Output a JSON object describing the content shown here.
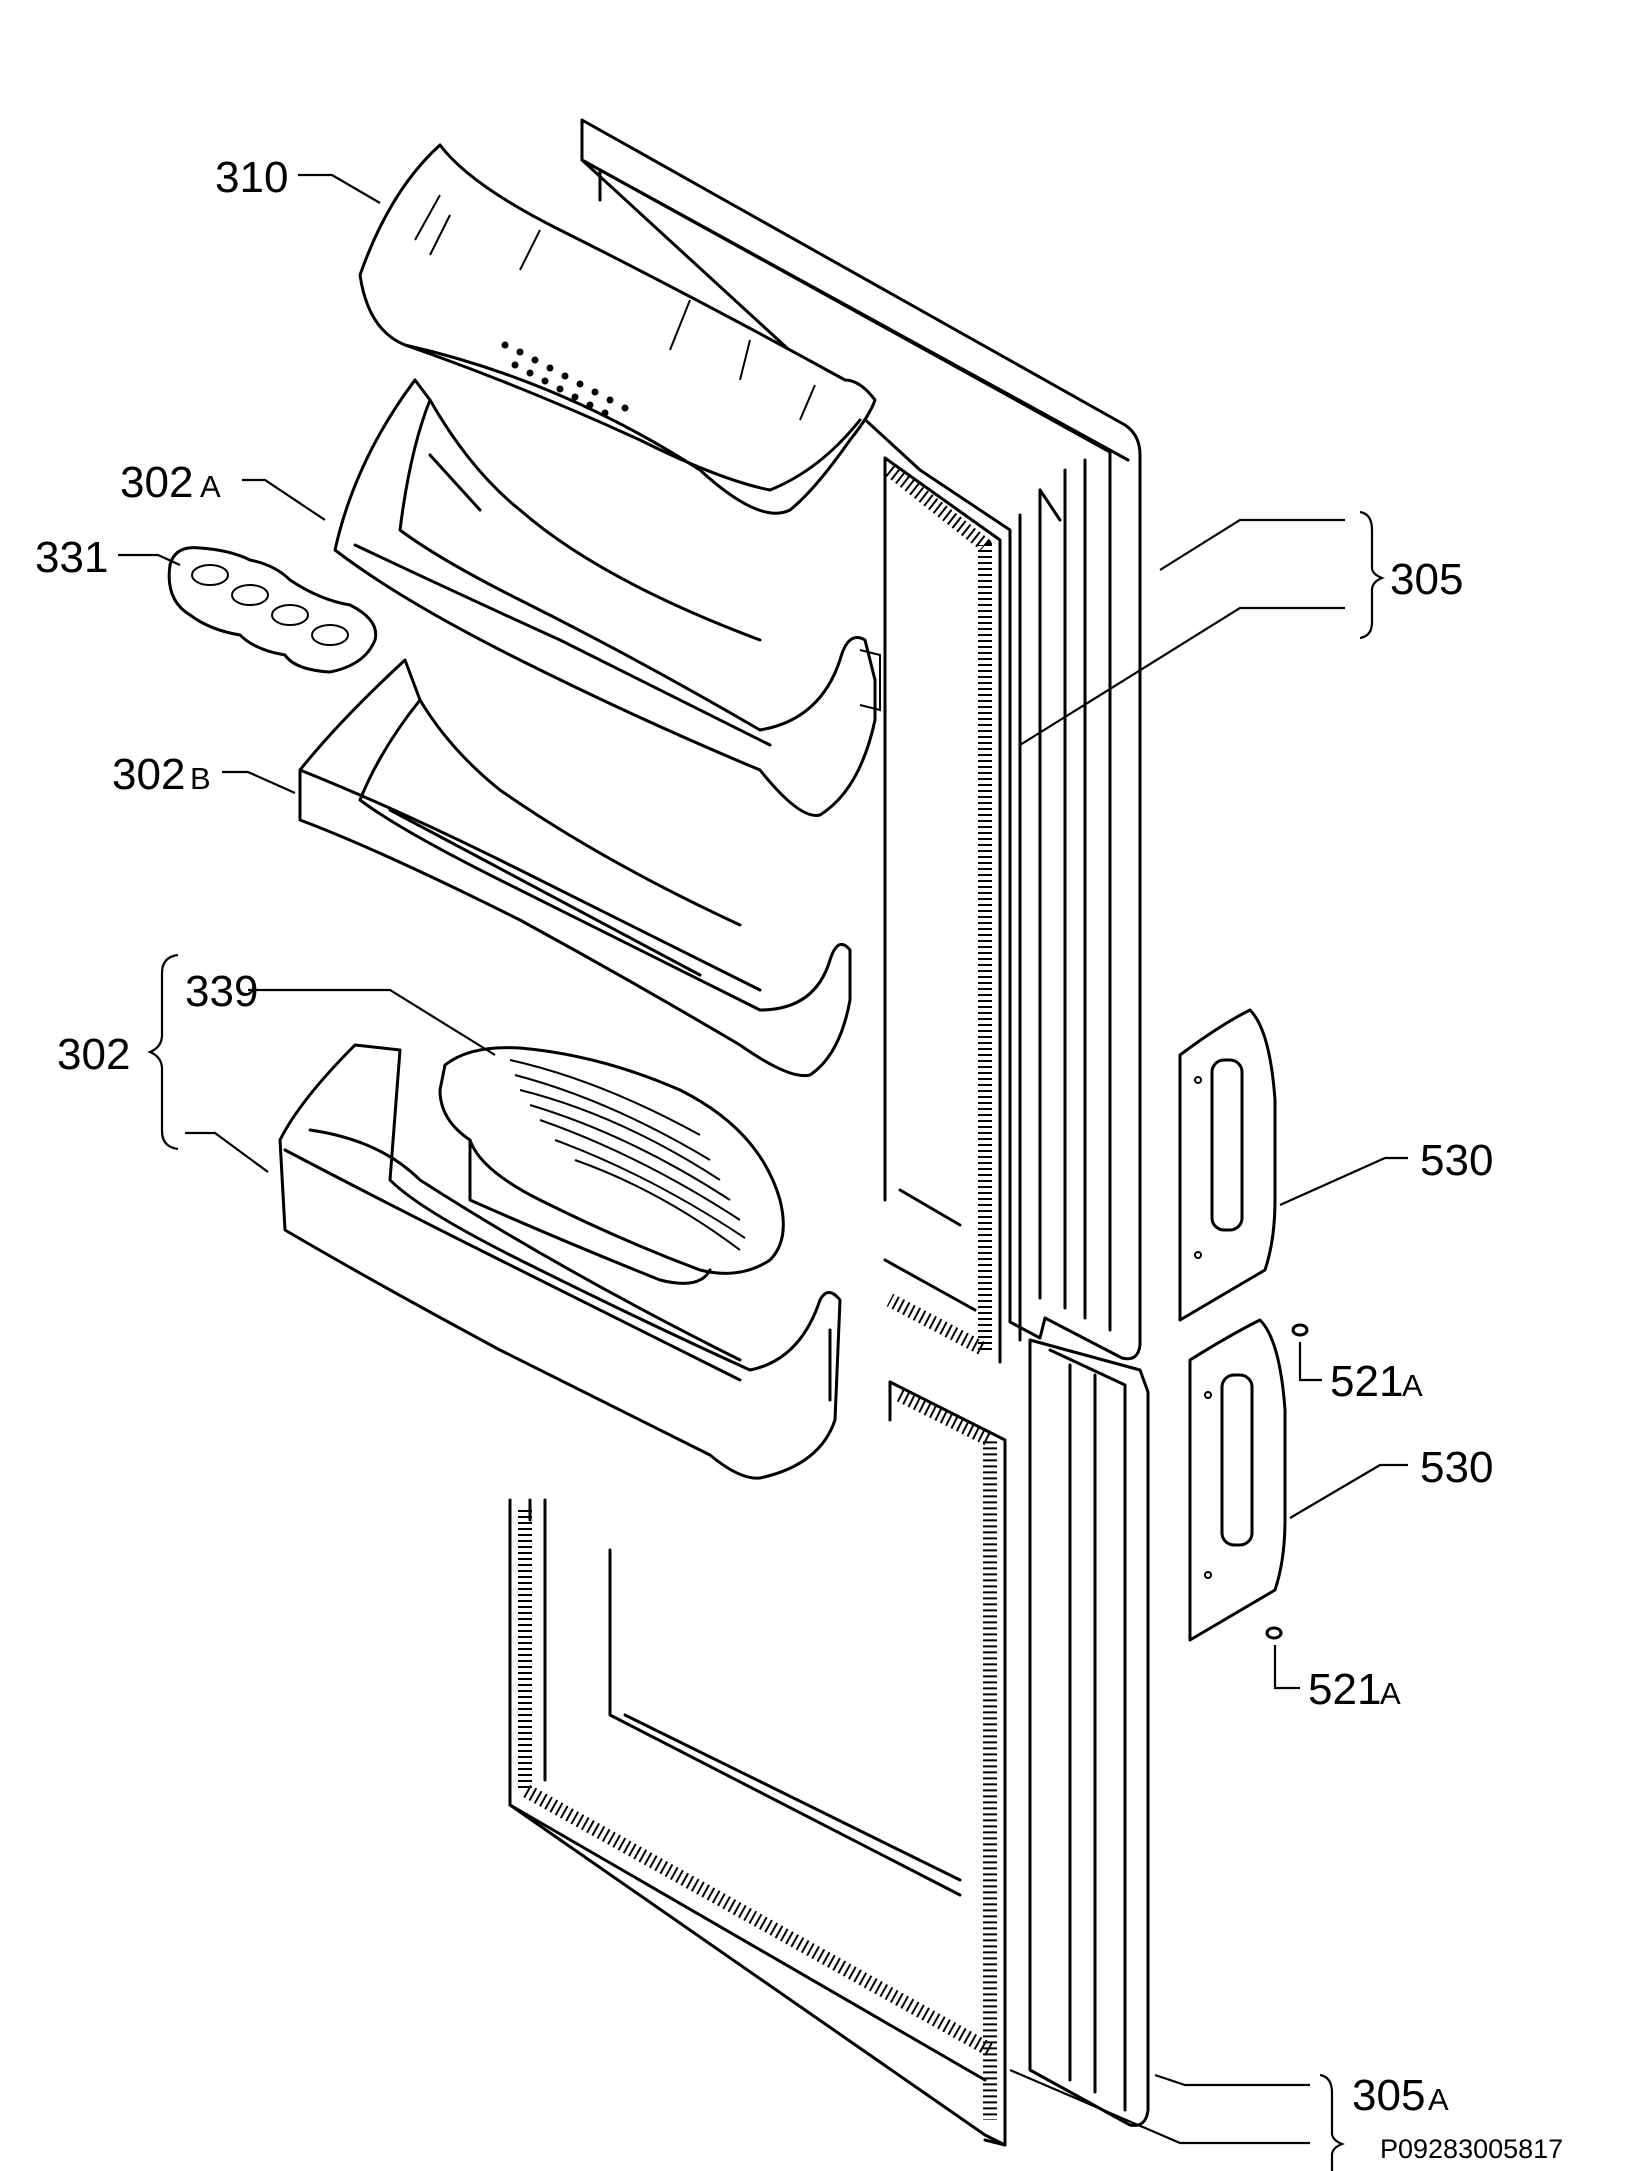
{
  "labels": {
    "p310": "310",
    "p302a_num": "302",
    "p302a_suf": "A",
    "p331": "331",
    "p302b_num": "302",
    "p302b_suf": "B",
    "p339": "339",
    "p302": "302",
    "p305": "305",
    "p530_top": "530",
    "p521a_top_num": "521",
    "p521a_top_suf": "A",
    "p530_bottom": "530",
    "p521a_bottom_num": "521",
    "p521a_bottom_suf": "A",
    "p305a_num": "305",
    "p305a_suf": "A"
  },
  "drawing_code": "P09283005817"
}
